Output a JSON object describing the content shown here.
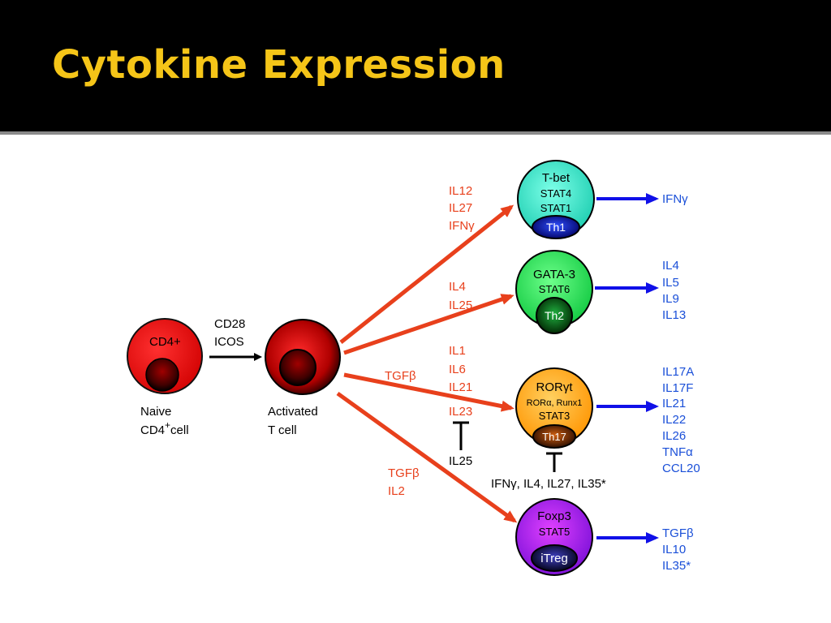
{
  "slide": {
    "title": "Cytokine Expression"
  },
  "naive": {
    "label": "CD4+",
    "caption1": "Naive",
    "caption2a": "CD4",
    "caption2sup": "+",
    "caption2b": "cell"
  },
  "costim": {
    "line1": "CD28",
    "line2": "ICOS"
  },
  "activated": {
    "caption1": "Activated",
    "caption2": "T cell"
  },
  "th1": {
    "inducers": [
      "IL12",
      "IL27",
      "IFNγ"
    ],
    "factors": [
      "T-bet",
      "STAT4",
      "STAT1"
    ],
    "name": "Th1",
    "outputs": [
      "IFNγ"
    ]
  },
  "th2": {
    "inducers": [
      "IL4",
      "IL25"
    ],
    "factors": [
      "GATA-3",
      "STAT6"
    ],
    "name": "Th2",
    "outputs": [
      "IL4",
      "IL5",
      "IL9",
      "IL13"
    ]
  },
  "th17": {
    "inducer_main": "TGFβ",
    "inducers": [
      "IL1",
      "IL6",
      "IL21",
      "IL23"
    ],
    "factors": [
      "RORγt",
      "RORα, Runx1",
      "STAT3"
    ],
    "name": "Th17",
    "outputs": [
      "IL17A",
      "IL17F",
      "IL21",
      "IL22",
      "IL26",
      "TNFα",
      "CCL20"
    ],
    "il23_inhibitor": "IL25",
    "inhibitors": "IFNγ, IL4, IL27, IL35*"
  },
  "itreg": {
    "inducers": [
      "TGFβ",
      "IL2"
    ],
    "factors": [
      "Foxp3",
      "STAT5"
    ],
    "name": "iTreg",
    "outputs": [
      "TGFβ",
      "IL10",
      "IL35*"
    ]
  },
  "colors": {
    "title": "#f5c518",
    "arrow_red": "#e8401c",
    "arrow_blue": "#1010e8",
    "inducer_text": "#e8401c",
    "output_text": "#1a4fd8",
    "th1": "#2ee6c8",
    "th2": "#1ee35a",
    "th17": "#ffa31a",
    "itreg": "#a020f0",
    "naive": "#e81010"
  }
}
